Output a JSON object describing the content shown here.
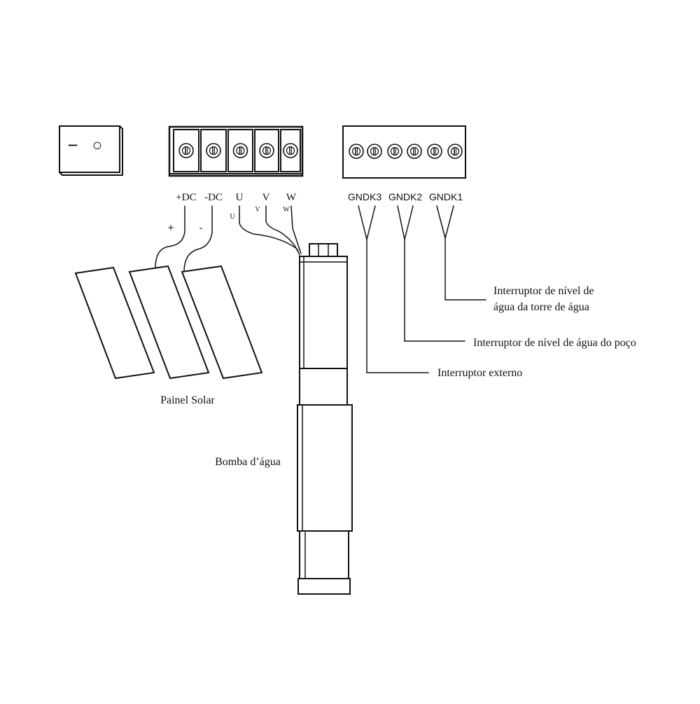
{
  "power_switch": {
    "off_symbol": "−",
    "on_symbol": "○"
  },
  "motor_terminals": {
    "labels": [
      "+DC",
      "-DC",
      "U",
      "V",
      "W"
    ],
    "wire_labels": [
      "U",
      "V",
      "W"
    ]
  },
  "solar_polarity": {
    "plus": "+",
    "minus": "-"
  },
  "sensor_terminals": {
    "labels": [
      "GNDK3",
      "GNDK2",
      "GNDK1"
    ]
  },
  "callouts": {
    "torre_line1": "Interruptor de nível de",
    "torre_line2": "água da torre de água",
    "poco": "Interruptor de nível de água do poço",
    "externo": "Interruptor externo",
    "painel": "Painel Solar",
    "bomba": "Bomba d’água"
  }
}
